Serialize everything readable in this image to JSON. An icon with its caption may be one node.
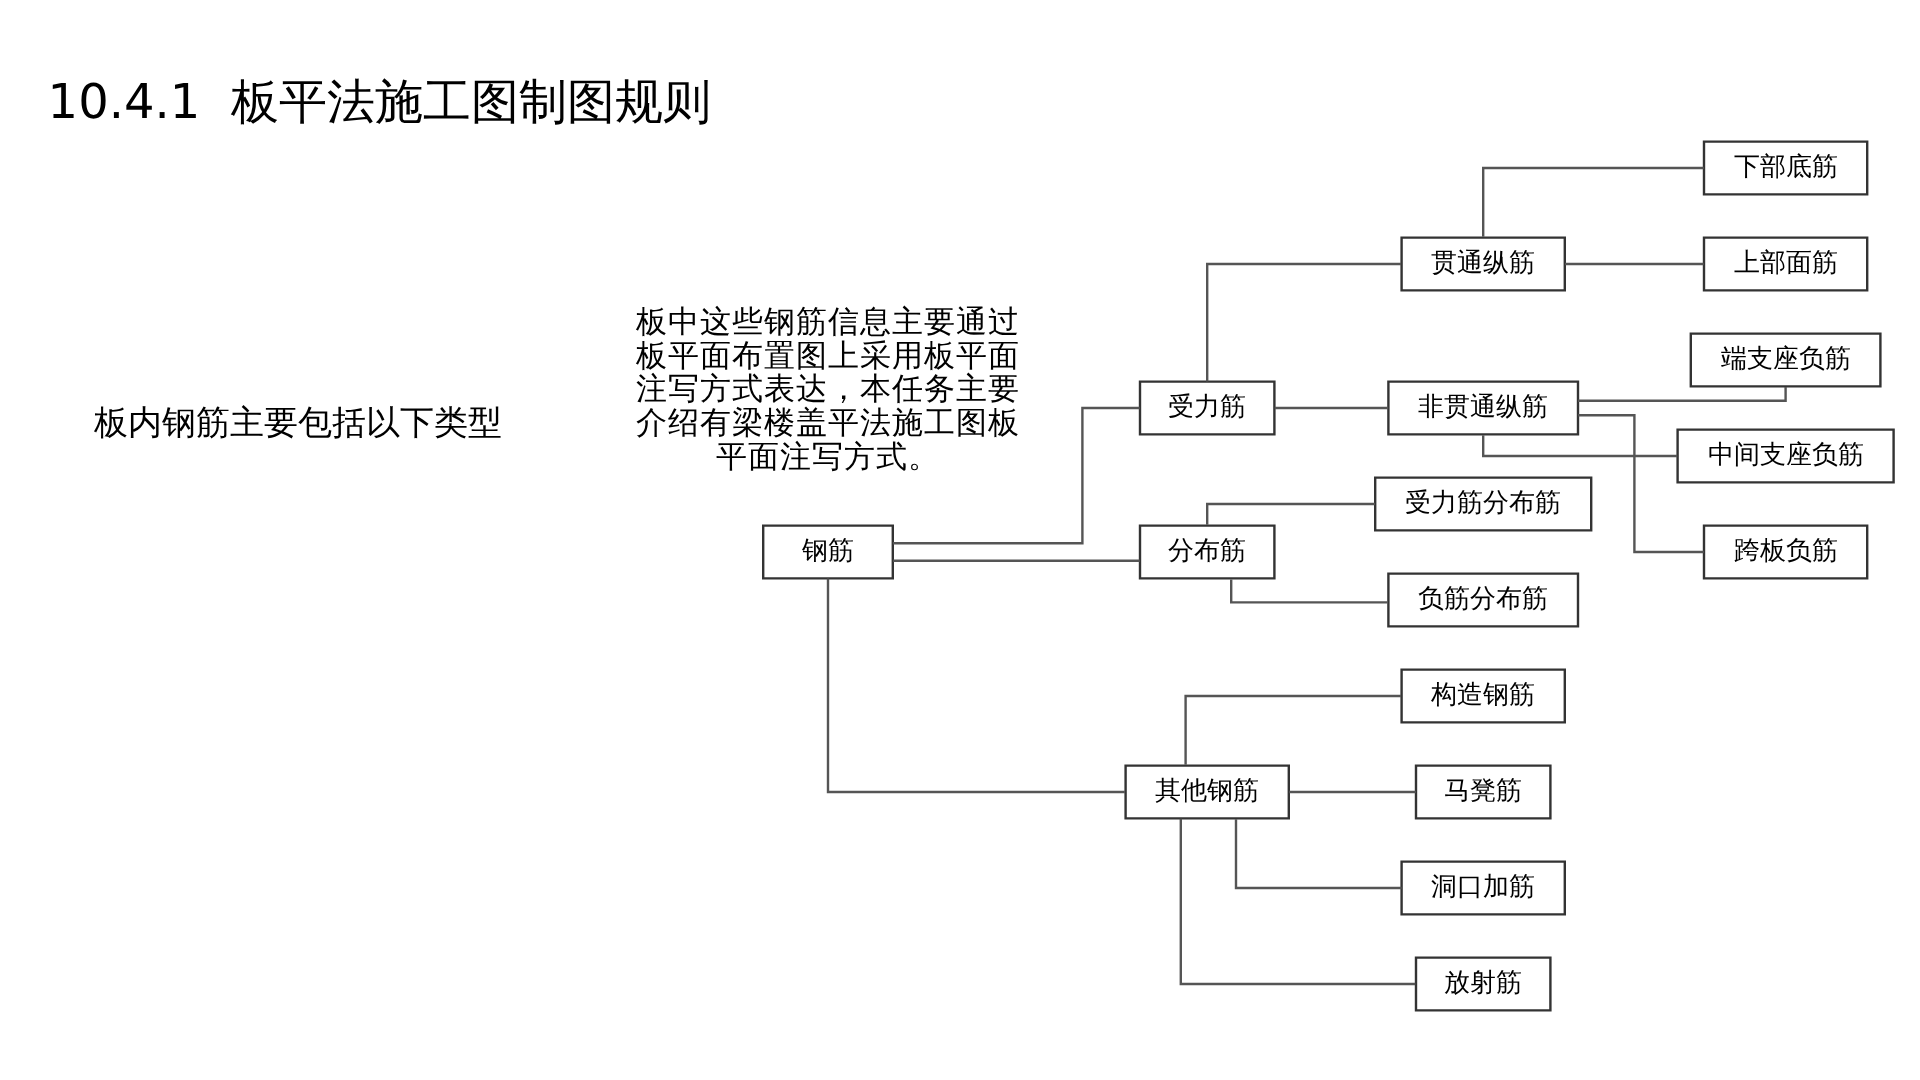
{
  "diagram": {
    "title": "10.4.1  板平法施工图制图规则",
    "nodes": [
      {
        "text": [
          "钢筋"
        ]
      },
      {
        "text": [
          "受力筋"
        ]
      },
      {
        "text": [
          "分布筋"
        ]
      },
      {
        "text": [
          "其他钢筋"
        ]
      },
      {
        "text": [
          "贯通纵筋"
        ]
      },
      {
        "text": [
          "非贯通纵筋"
        ]
      },
      {
        "text": [
          "下部底筋"
        ]
      },
      {
        "text": [
          "上部面筋"
        ]
      },
      {
        "text": [
          "端支座负筋"
        ]
      },
      {
        "text": [
          "中间支座负筋"
        ]
      },
      {
        "text": [
          "跨板负筋"
        ]
      },
      {
        "text": [
          "受力筋分布筋"
        ]
      },
      {
        "text": [
          "负筋分布筋"
        ]
      },
      {
        "text": [
          "构造钢筋"
        ]
      },
      {
        "text": [
          "马凳筋"
        ]
      },
      {
        "text": [
          "洞口加筋"
        ]
      },
      {
        "text": [
          "放射筋"
        ]
      }
    ],
    "edges": [
      {
        "from": 0,
        "to": 1,
        "arrow": "none"
      },
      {
        "from": 0,
        "to": 2,
        "arrow": "none"
      },
      {
        "from": 0,
        "to": 3,
        "arrow": "none"
      },
      {
        "from": 1,
        "to": 4,
        "arrow": "none"
      },
      {
        "from": 1,
        "to": 5,
        "arrow": "none"
      },
      {
        "from": 4,
        "to": 6,
        "arrow": "none"
      },
      {
        "from": 4,
        "to": 7,
        "arrow": "none"
      },
      {
        "from": 5,
        "to": 8,
        "arrow": "none"
      },
      {
        "from": 5,
        "to": 9,
        "arrow": "none"
      },
      {
        "from": 5,
        "to": 10,
        "arrow": "none"
      },
      {
        "from": 2,
        "to": 11,
        "arrow": "none"
      },
      {
        "from": 2,
        "to": 12,
        "arrow": "none"
      },
      {
        "from": 3,
        "to": 13,
        "arrow": "none"
      },
      {
        "from": 3,
        "to": 14,
        "arrow": "none"
      },
      {
        "from": 3,
        "to": 15,
        "arrow": "none"
      },
      {
        "from": 3,
        "to": 16,
        "arrow": "none"
      }
    ],
    "labels": [
      "板内钢筋主要包括以下类型",
      "板中这些钢筋信息主要通过板平面布置图上采用板平面注写方式表达，本任务主要介绍有梁楼盖平法施工图板平面注写方式。"
    ]
  }
}
